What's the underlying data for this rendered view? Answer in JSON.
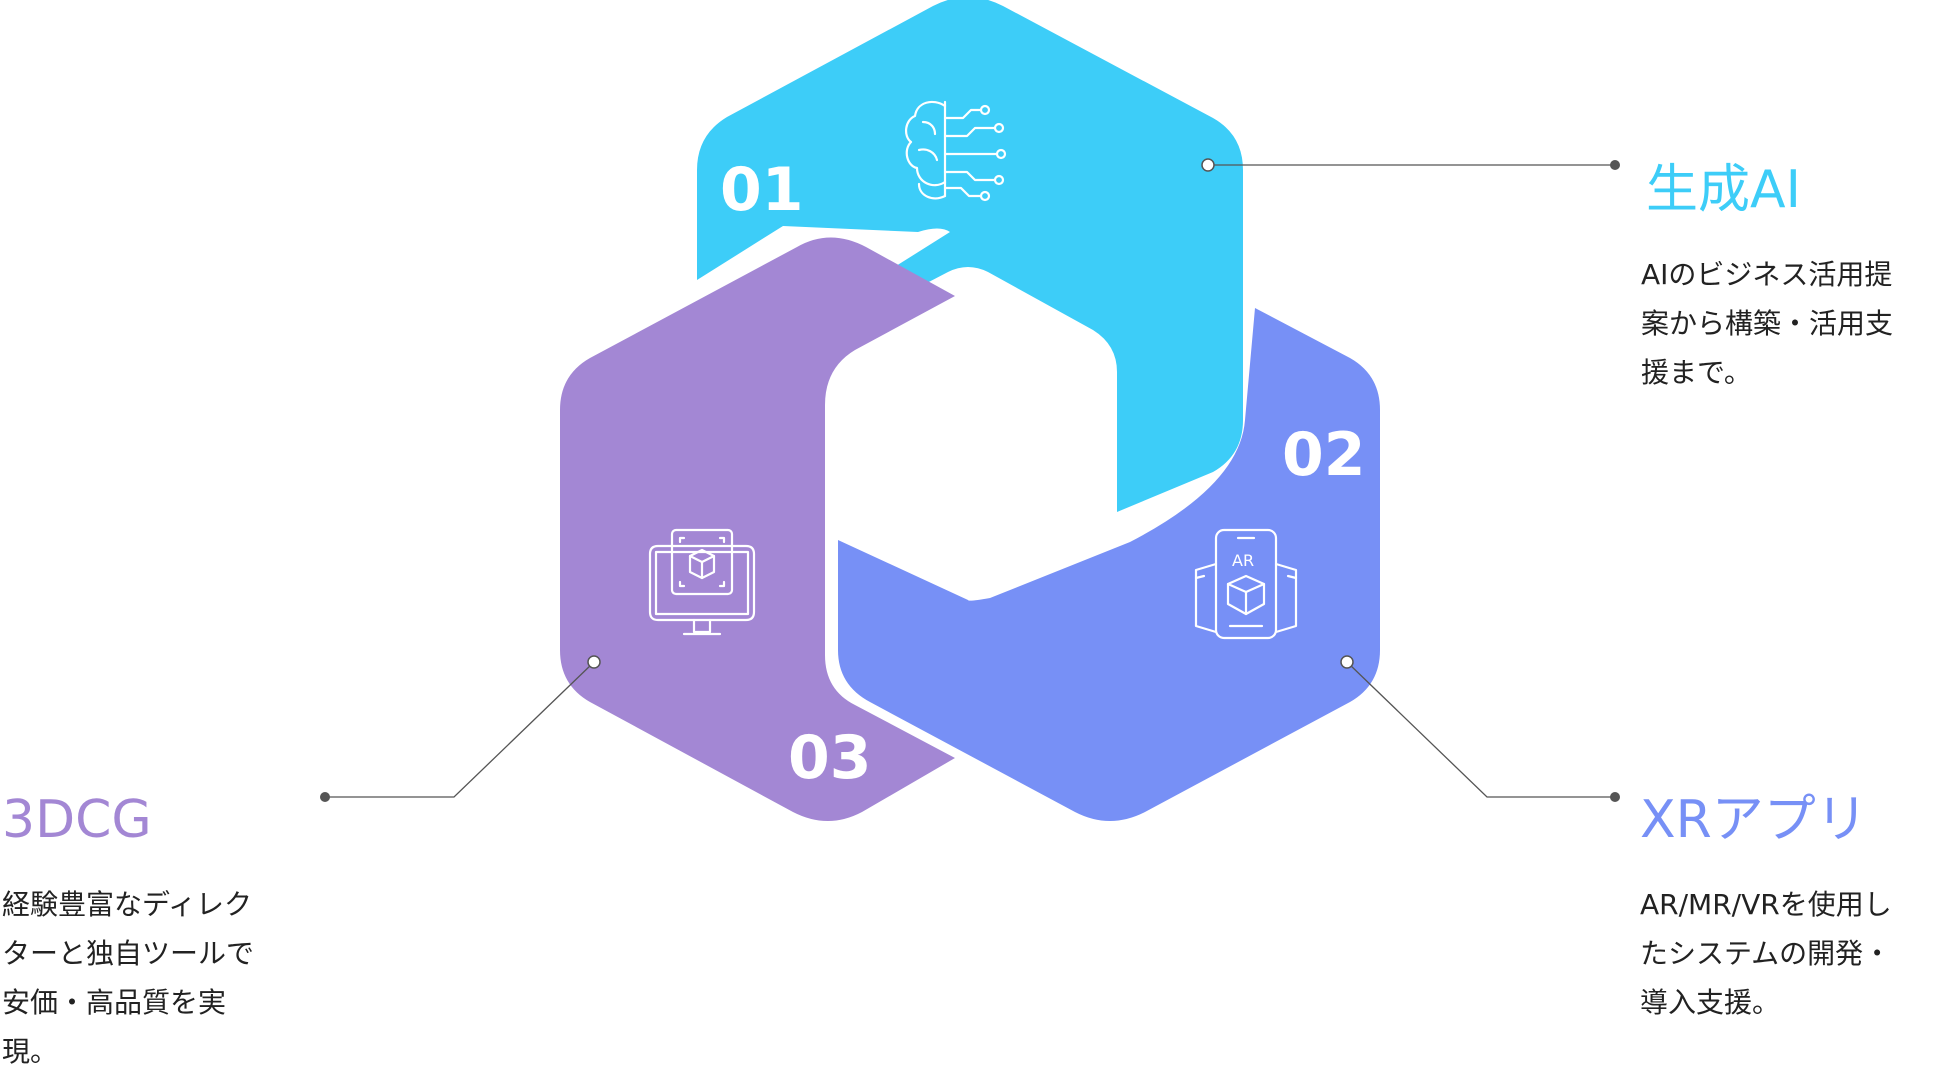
{
  "palette": {
    "ai": "#3dcdf8",
    "xr": "#7790f6",
    "cg": "#a387d4",
    "leader": "#555555",
    "text": "#222222"
  },
  "segments": [
    {
      "id": "ai",
      "number": "01",
      "icon": "brain-circuit-icon",
      "title": "生成AI",
      "description": [
        "AIのビジネス活用提",
        "案から構築・活用支",
        "援まで。"
      ]
    },
    {
      "id": "xr",
      "number": "02",
      "icon": "ar-phone-cube-icon",
      "icon_text": "AR",
      "title": "XRアプリ",
      "description": [
        "AR/MR/VRを使用し",
        "たシステムの開発・",
        "導入支援。"
      ]
    },
    {
      "id": "cg",
      "number": "03",
      "icon": "monitor-3d-cube-icon",
      "title": "3DCG",
      "description": [
        "経験豊富なディレク",
        "ターと独自ツールで",
        "安価・高品質を実",
        "現。"
      ]
    }
  ]
}
